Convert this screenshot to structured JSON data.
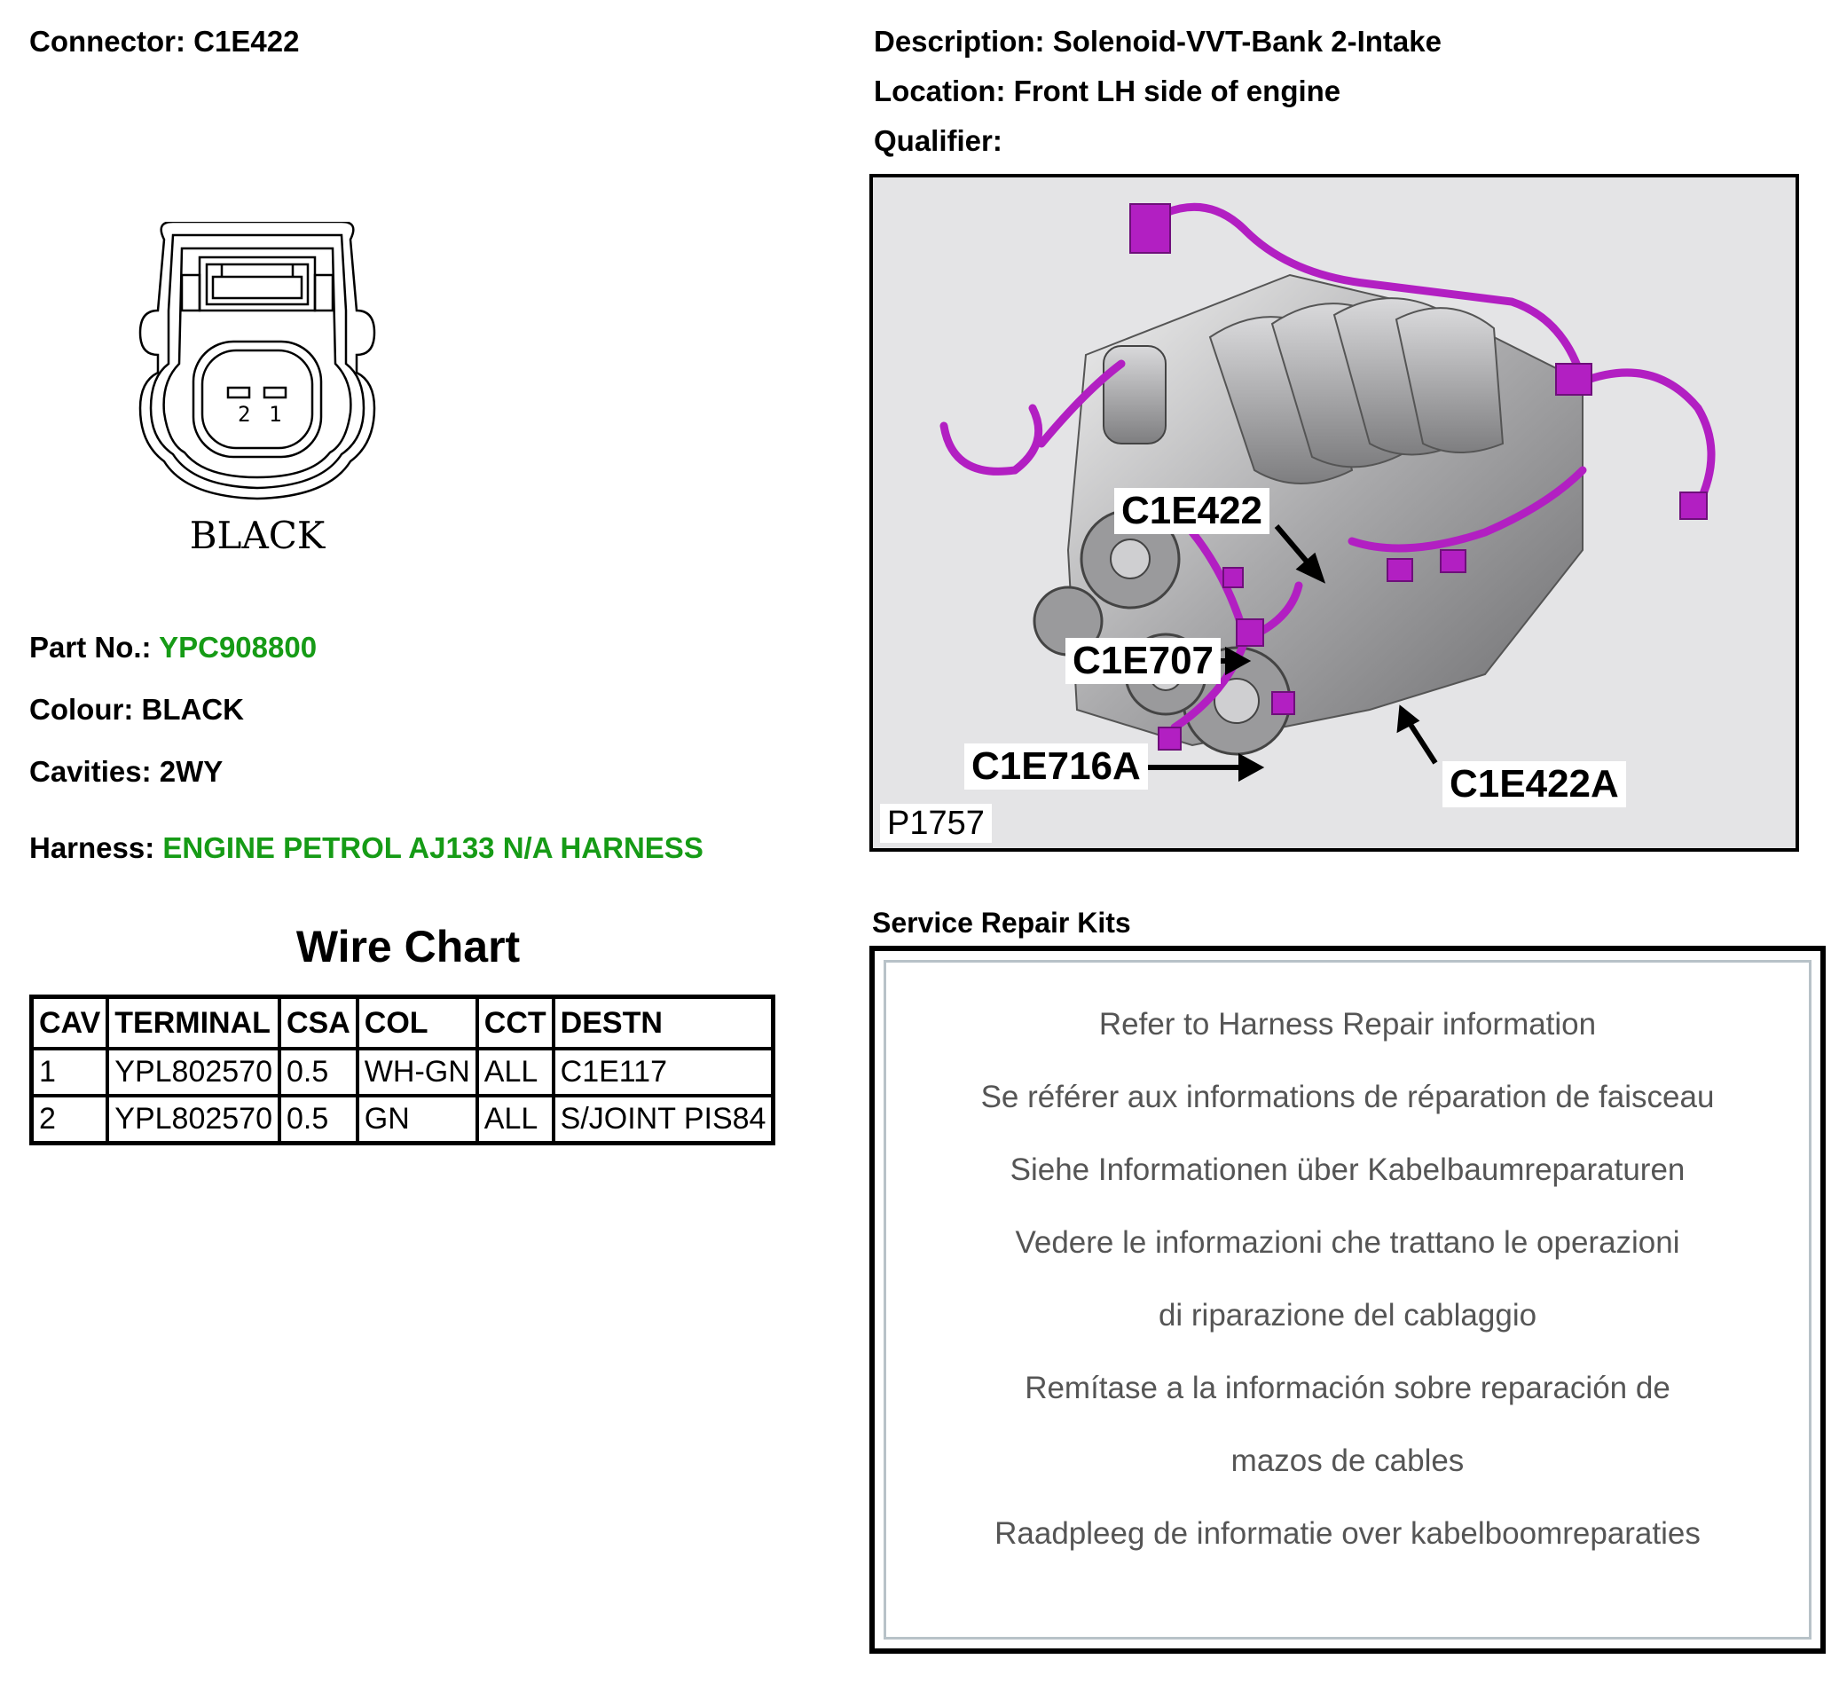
{
  "header": {
    "connector_label": "Connector:",
    "connector_value": "C1E422",
    "description_label": "Description:",
    "description_value": "Solenoid-VVT-Bank 2-Intake",
    "location_label": "Location:",
    "location_value": "Front LH side of engine",
    "qualifier_label": "Qualifier:"
  },
  "connector_drawing": {
    "pins": [
      "2",
      "1"
    ],
    "colour_caption": "BLACK"
  },
  "details": {
    "part_no_label": "Part No.:",
    "part_no_value": "YPC908800",
    "colour_label": "Colour:",
    "colour_value": "BLACK",
    "cavities_label": "Cavities:",
    "cavities_value": "2WY",
    "harness_label": "Harness:",
    "harness_value": "ENGINE PETROL AJ133 N/A HARNESS",
    "link_color": "#169b16"
  },
  "wire_chart": {
    "title": "Wire Chart",
    "headers": [
      "CAV",
      "TERMINAL",
      "CSA",
      "COL",
      "CCT",
      "DESTN"
    ],
    "rows": [
      [
        "1",
        "YPL802570",
        "0.5",
        "WH-GN",
        "ALL",
        "C1E117"
      ],
      [
        "2",
        "YPL802570",
        "0.5",
        "GN",
        "ALL",
        "S/JOINT PIS84"
      ]
    ]
  },
  "figure": {
    "figure_id": "P1757",
    "harness_color": "#b21fc2",
    "callouts": [
      "C1E422",
      "C1E707",
      "C1E716A",
      "C1E422A"
    ]
  },
  "service_repair_kits": {
    "title": "Service Repair Kits",
    "lines": [
      "Refer to Harness Repair information",
      "Se référer aux informations de réparation de faisceau",
      "Siehe Informationen über Kabelbaumreparaturen",
      "Vedere le informazioni che trattano le operazioni",
      "di riparazione del cablaggio",
      "Remítase a la información sobre reparación de",
      "mazos de cables",
      "Raadpleeg de informatie over kabelboomreparaties"
    ]
  }
}
